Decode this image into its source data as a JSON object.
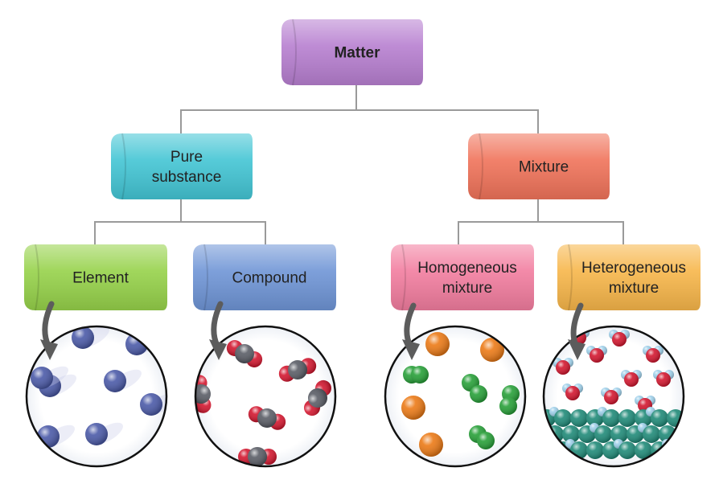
{
  "root": {
    "label": "Matter",
    "color": "#b77fd0"
  },
  "level1": [
    {
      "id": "pure",
      "lines": [
        "Pure",
        "substance"
      ],
      "color": "#43c5d4"
    },
    {
      "id": "mixture",
      "lines": [
        "Mixture"
      ],
      "color": "#f0735a"
    }
  ],
  "level2": [
    {
      "id": "element",
      "lines": [
        "Element"
      ],
      "color": "#96d24a"
    },
    {
      "id": "compound",
      "lines": [
        "Compound"
      ],
      "color": "#6f95d6"
    },
    {
      "id": "homogeneous",
      "lines": [
        "Homogeneous",
        "mixture"
      ],
      "color": "#f27d9f"
    },
    {
      "id": "heterogeneous",
      "lines": [
        "Heterogeneous",
        "mixture"
      ],
      "color": "#f7b64a"
    }
  ],
  "particle_colors": {
    "element_atom": "#4b5aa8",
    "compound_carbon": "#5a5d66",
    "compound_oxygen": "#d3172f",
    "homogeneous_orange": "#ec7a16",
    "homogeneous_green": "#27a038",
    "heterogeneous_water_o": "#d3172f",
    "heterogeneous_water_h": "#9fd0ea",
    "heterogeneous_teal": "#1f8a78"
  },
  "connector_color": "#9a9a9a"
}
